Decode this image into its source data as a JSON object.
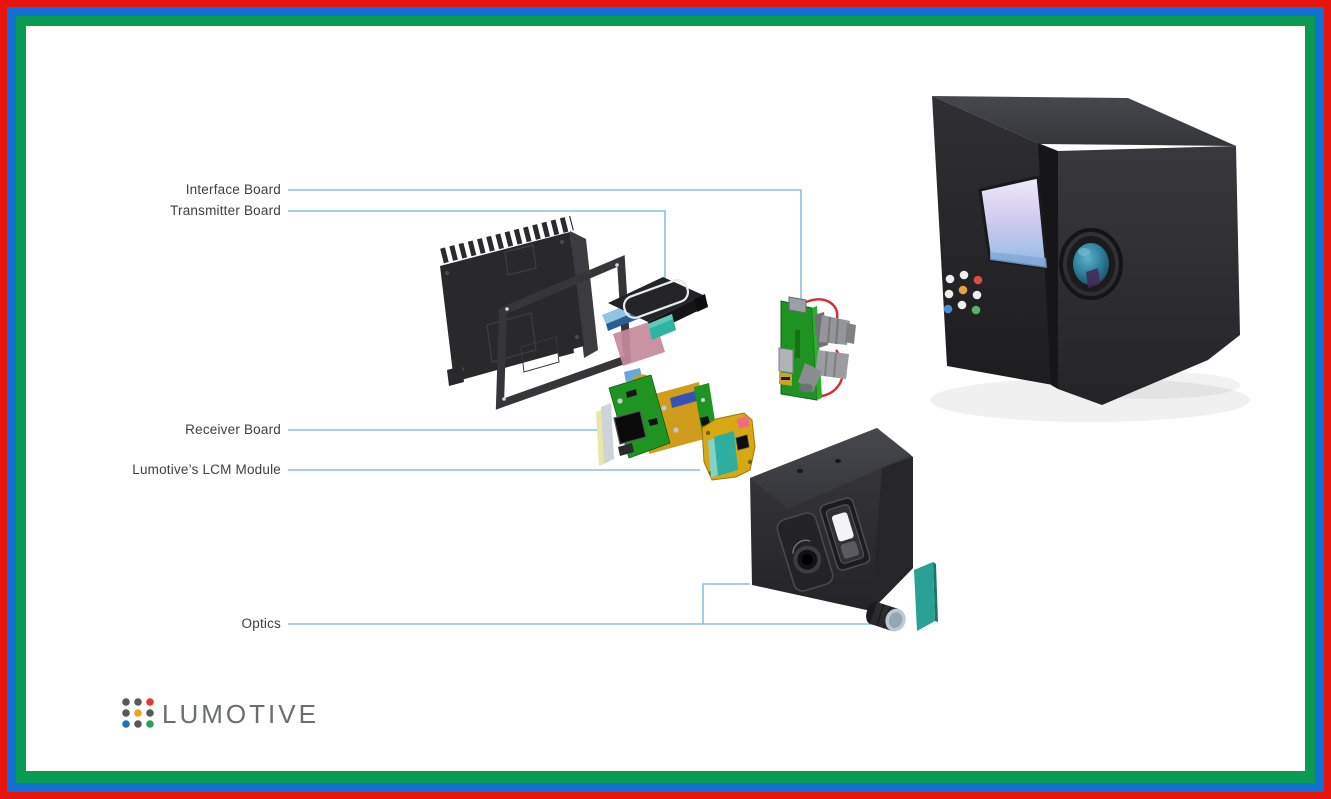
{
  "frame": {
    "outer_color": "#e9130d",
    "middle_color": "#0f70d6",
    "inner_color": "#0a9a50",
    "canvas_color": "#ffffff"
  },
  "labels": {
    "interface_board": "Interface Board",
    "transmitter_board": "Transmitter Board",
    "receiver_board": "Receiver Board",
    "lcm_module": "Lumotive’s LCM Module",
    "optics": "Optics"
  },
  "leader_color": "#8cc0da",
  "logo": {
    "wordmark": "LUMOTIVE",
    "text_color": "#6b6d70",
    "dot_colors": {
      "gray": "#58595b",
      "red": "#e23c32",
      "orange": "#f0a31d",
      "blue": "#2272b9",
      "green": "#27a258"
    }
  },
  "device_dots": {
    "white": "#efefef",
    "red": "#dd4a42",
    "yellow": "#e8a23c",
    "blue": "#4a8fd4",
    "green": "#58b368"
  }
}
